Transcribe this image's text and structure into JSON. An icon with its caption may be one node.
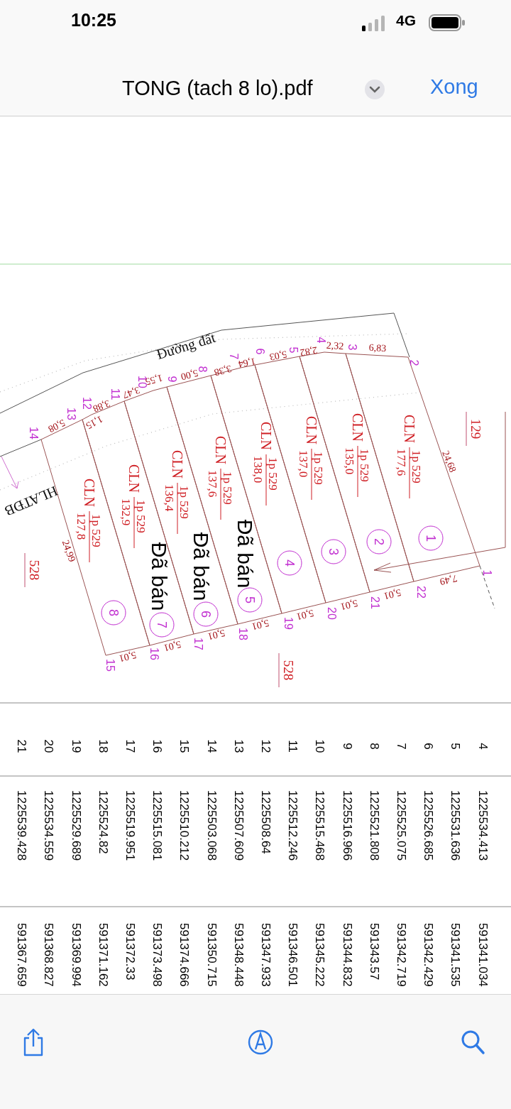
{
  "diagram": {
    "nodes": [
      {
        "text": [
          "CLN",
          "1p 529",
          "177,6",
          "1"
        ]
      },
      {
        "text": [
          "CLN",
          "1p 529",
          "135,0",
          "2"
        ]
      },
      {
        "text": [
          "CLN",
          "1p 529",
          "137,0",
          "3"
        ]
      },
      {
        "text": [
          "CLN",
          "1p 529",
          "138,0",
          "4"
        ]
      },
      {
        "text": [
          "CLN",
          "1p 529",
          "137,6",
          "5",
          "Đã bán"
        ]
      },
      {
        "text": [
          "CLN",
          "1p 529",
          "136,4",
          "6",
          "Đã bán"
        ]
      },
      {
        "text": [
          "CLN",
          "1p 529",
          "132,9",
          "7",
          "Đã bán"
        ]
      },
      {
        "text": [
          "CLN",
          "1p 529",
          "127,8",
          "8"
        ]
      }
    ],
    "labels": [
      "10:25",
      "4G",
      "TONG (tach 8 lo).pdf",
      "Xong",
      "Đường đất",
      "14",
      "5,08",
      "13",
      "1,15",
      "12",
      "3,88",
      "11",
      "3,47",
      "10",
      "1,55",
      "9",
      "5,00",
      "8",
      "3,38",
      "7",
      "1,64",
      "6",
      "5,03",
      "5",
      "2,82",
      "4",
      "2,32",
      "3",
      "6,83",
      "2",
      "129",
      "24,68",
      "HLATĐB",
      "24,99",
      "528",
      "1",
      "7,49",
      "22",
      "5,01",
      "21",
      "5,01",
      "20",
      "5,01",
      "19",
      "5,01",
      "18",
      "5,01",
      "17",
      "5,01",
      "16",
      "5,01",
      "15",
      "528",
      "4",
      "1225534.413",
      "591341.034",
      "5",
      "1225531.636",
      "591341.535",
      "6",
      "1225526.685",
      "591342.429",
      "7",
      "1225525.075",
      "591342.719",
      "8",
      "1225521.808",
      "591343.57",
      "9",
      "1225516.966",
      "591344.832",
      "10",
      "1225515.468",
      "591345.222",
      "11",
      "1225512.246",
      "591346.501",
      "12",
      "1225508.64",
      "591347.933",
      "13",
      "1225507.609",
      "591348.448",
      "14",
      "1225503.068",
      "591350.715",
      "15",
      "1225510.212",
      "591374.666",
      "16",
      "1225515.081",
      "591373.498",
      "17",
      "1225519.951",
      "591372.33",
      "18",
      "1225524.82",
      "591371.162",
      "19",
      "1225529.689",
      "591369.994",
      "20",
      "1225534.559",
      "591368.827",
      "21",
      "1225539.428",
      "591367.659"
    ]
  }
}
